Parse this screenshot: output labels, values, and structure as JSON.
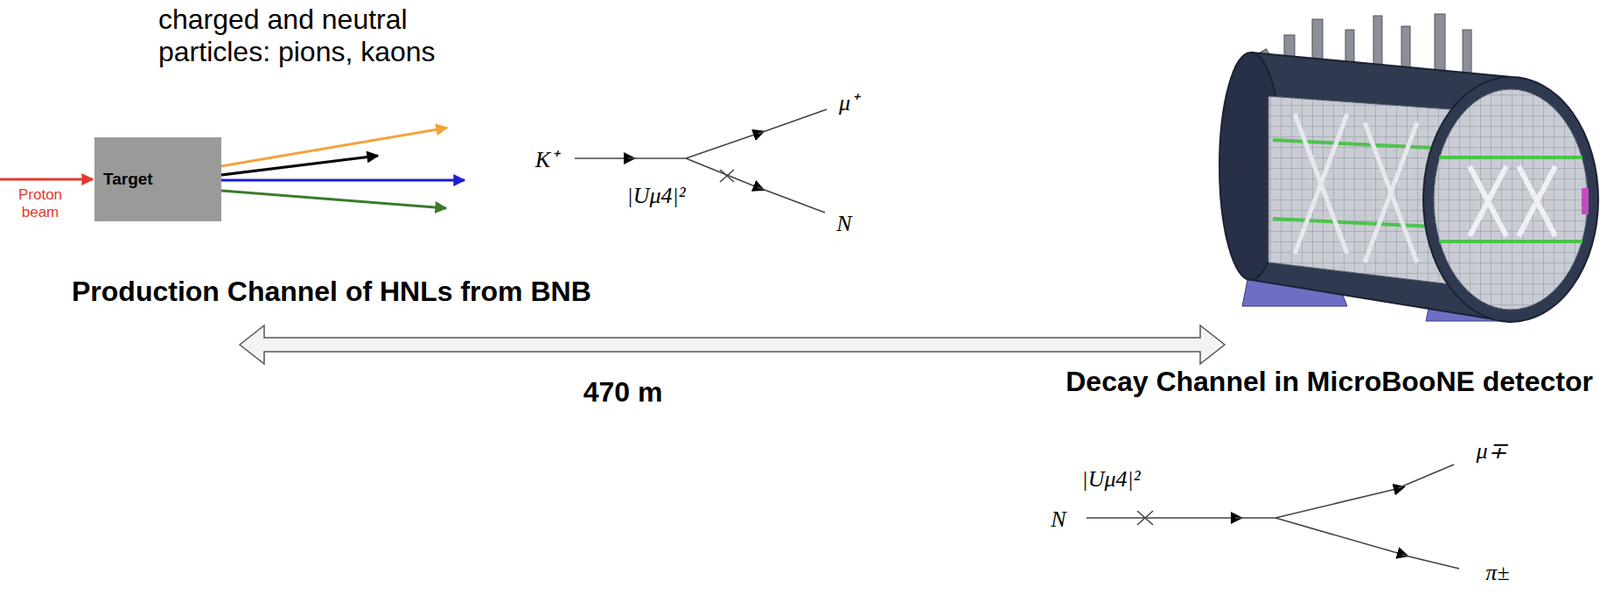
{
  "diagram": {
    "nodes": [
      {
        "text": [
          "Target"
        ]
      }
    ],
    "labels": [
      "charged and neutral particles: pions, kaons",
      "Proton beam",
      "K⁺",
      "μ⁺",
      "|Uμ4|²",
      "N",
      "Production Channel of HNLs from BNB",
      "470 m",
      "Decay Channel in MicroBooNE detector",
      "|Uμ4|²",
      "N",
      "μ∓",
      "π±"
    ]
  }
}
